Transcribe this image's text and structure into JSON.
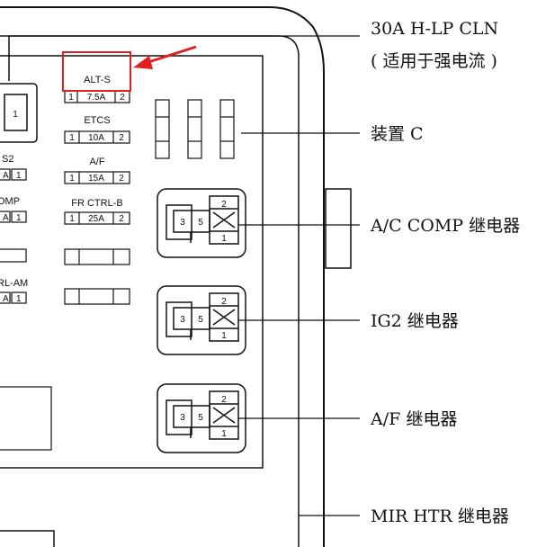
{
  "callouts": {
    "hlp_line1": "30A H-LP CLN",
    "hlp_line2": "( 适用于强电流 )",
    "device_c": "装置 C",
    "ac_comp": "A/C COMP 继电器",
    "ig2": "IG2 继电器",
    "af": "A/F 继电器",
    "mir_htr": "MIR HTR 继电器"
  },
  "fuses": [
    {
      "name": "ALT-S",
      "left": "1",
      "amp": "7.5A",
      "right": "2",
      "highlighted": true
    },
    {
      "name": "ETCS",
      "left": "1",
      "amp": "10A",
      "right": "2"
    },
    {
      "name": "A/F",
      "left": "1",
      "amp": "15A",
      "right": "2"
    },
    {
      "name": "FR CTRL-B",
      "left": "1",
      "amp": "25A",
      "right": "2"
    }
  ],
  "left_partial": {
    "box_num": "1",
    "is2_label": "S2",
    "is2_a": "A",
    "is2_n": "1",
    "comp_label": "OMP",
    "comp_a": "A",
    "comp_n": "1",
    "ctrlam_label": "RL-AM",
    "ctrlam_a": "A",
    "ctrlam_n": "1"
  },
  "relay_terminals": {
    "t3": "3",
    "t5": "5",
    "t2": "2",
    "t1": "1"
  },
  "highlight_color": "#e02020"
}
